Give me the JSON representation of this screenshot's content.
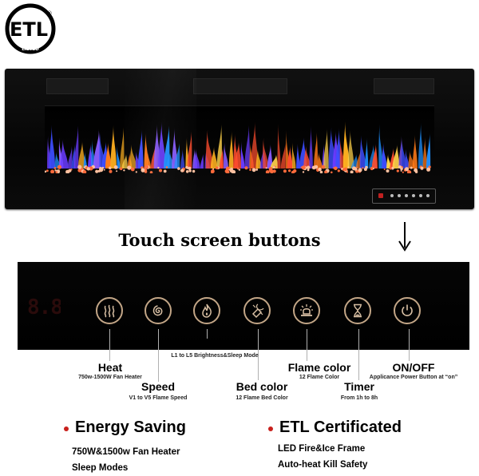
{
  "logo": {
    "mark": "ETL",
    "listed": "LISTED",
    "registered": "®",
    "icon": "etl-listed-badge"
  },
  "product": {
    "panel_display": "8.8",
    "icon": "fireplace-with-multicolor-flames"
  },
  "heading": "Touch screen buttons",
  "buttons": [
    {
      "key": "heat",
      "title": "Heat",
      "sub": "750w-1500W Fan Heater",
      "icon": "heat-waves-icon"
    },
    {
      "key": "speed",
      "title": "Speed",
      "sub": "V1 to V5 Flame Speed",
      "icon": "spiral-icon"
    },
    {
      "key": "dimmer",
      "title": "Dimmer",
      "sub": "L1 to L5 Brightness&Sleep Mode",
      "icon": "flame-icon"
    },
    {
      "key": "bedcolor",
      "title": "Bed color",
      "sub": "12 Flame Bed Color",
      "icon": "flashlight-icon"
    },
    {
      "key": "flamecolor",
      "title": "Flame color",
      "sub": "12 Flame Color",
      "icon": "beacon-light-icon"
    },
    {
      "key": "timer",
      "title": "Timer",
      "sub": "From 1h to 8h",
      "icon": "hourglass-icon"
    },
    {
      "key": "onoff",
      "title": "ON/OFF",
      "sub": "Applicance Power Button at “on”",
      "icon": "power-icon"
    }
  ],
  "features": {
    "left": {
      "title": "Energy Saving",
      "lines": [
        "750W&1500w Fan Heater",
        "Sleep Modes"
      ]
    },
    "right": {
      "title": "ETL Certificated",
      "lines": [
        "LED Fire&Ice Frame",
        "Auto-heat Kill Safety"
      ]
    }
  },
  "colors": {
    "accent_red": "#c8201c",
    "button_ring": "#c2a586",
    "panel_bg": "#000000"
  }
}
